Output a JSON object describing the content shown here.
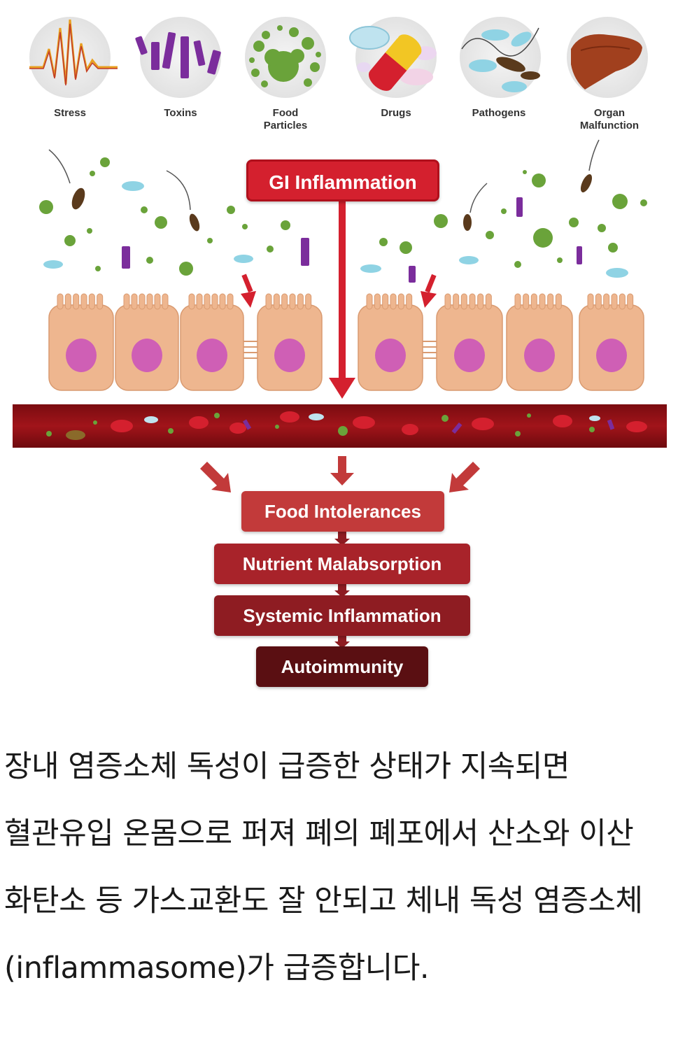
{
  "causes": [
    {
      "label": "Stress",
      "icon": "stress-waveform-icon"
    },
    {
      "label": "Toxins",
      "icon": "toxins-icon"
    },
    {
      "label": "Food\nParticles",
      "icon": "food-particles-icon"
    },
    {
      "label": "Drugs",
      "icon": "drugs-pill-icon"
    },
    {
      "label": "Pathogens",
      "icon": "pathogens-icon"
    },
    {
      "label": "Organ\nMalfunction",
      "icon": "liver-icon"
    }
  ],
  "gi_label": "GI Inflammation",
  "outcomes": [
    "Food Intolerances",
    "Nutrient Malabsorption",
    "Systemic Inflammation",
    "Autoimmunity"
  ],
  "caption": "장내 염증소체 독성이 급증한 상태가 지속되면 혈관유입 온몸으로 퍼져 폐의 폐포에서 산소와 이산 화탄소 등 가스교환도 잘 안되고 체내 독성 염증소체 (inflammasome)가 급증합니다.",
  "colors": {
    "gi_red": "#d4202e",
    "cell_fill": "#eeb68f",
    "nucleus": "#cf5fb5",
    "blood_vessel": "#a1141a",
    "outcome_1": "#c23a3a",
    "outcome_2": "#a8232a",
    "outcome_3": "#8e1c22",
    "outcome_4": "#5a0f12"
  }
}
